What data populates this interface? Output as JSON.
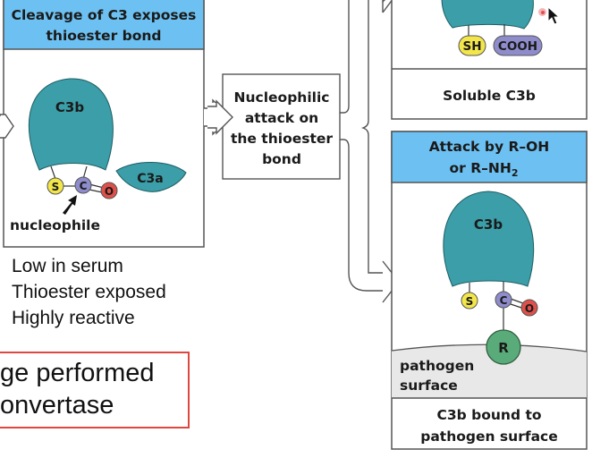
{
  "panel_cleavage": {
    "header_line1": "Cleavage of C3 exposes",
    "header_line2": "thioester bond",
    "fragment_main": "C3b",
    "fragment_small": "C3a",
    "atom_s": "S",
    "atom_c": "C",
    "atom_o": "O",
    "nucleophile_label": "nucleophile"
  },
  "notes": [
    "Low in serum",
    "Thioester exposed",
    "Highly reactive"
  ],
  "red_box": {
    "line1": "ge performed",
    "line2": "onvertase"
  },
  "step_box": {
    "line1": "Nucleophilic",
    "line2": "attack on",
    "line3": "the thioester",
    "line4": "bond"
  },
  "panel_soluble": {
    "group_sh": "SH",
    "group_cooh": "COOH",
    "caption": "Soluble C3b"
  },
  "panel_bound": {
    "header_line1": "Attack by R–OH",
    "header_line2_main": "or R–NH",
    "header_line2_sub": "2",
    "fragment_main": "C3b",
    "atom_s": "S",
    "atom_c": "C",
    "atom_o": "O",
    "atom_r": "R",
    "surface_line1": "pathogen",
    "surface_line2": "surface",
    "caption_line1": "C3b bound to",
    "caption_line2": "pathogen surface"
  },
  "colors": {
    "header_blue": "#6dc1f2",
    "protein_teal": "#3b9ea8",
    "sulfur_yellow": "#f2e64a",
    "carbon_purple": "#8f8ccc",
    "oxygen_red": "#e0504a",
    "r_green": "#5aab7a",
    "surface_gray": "#e8e8e8",
    "alert_red": "#e0473f"
  }
}
